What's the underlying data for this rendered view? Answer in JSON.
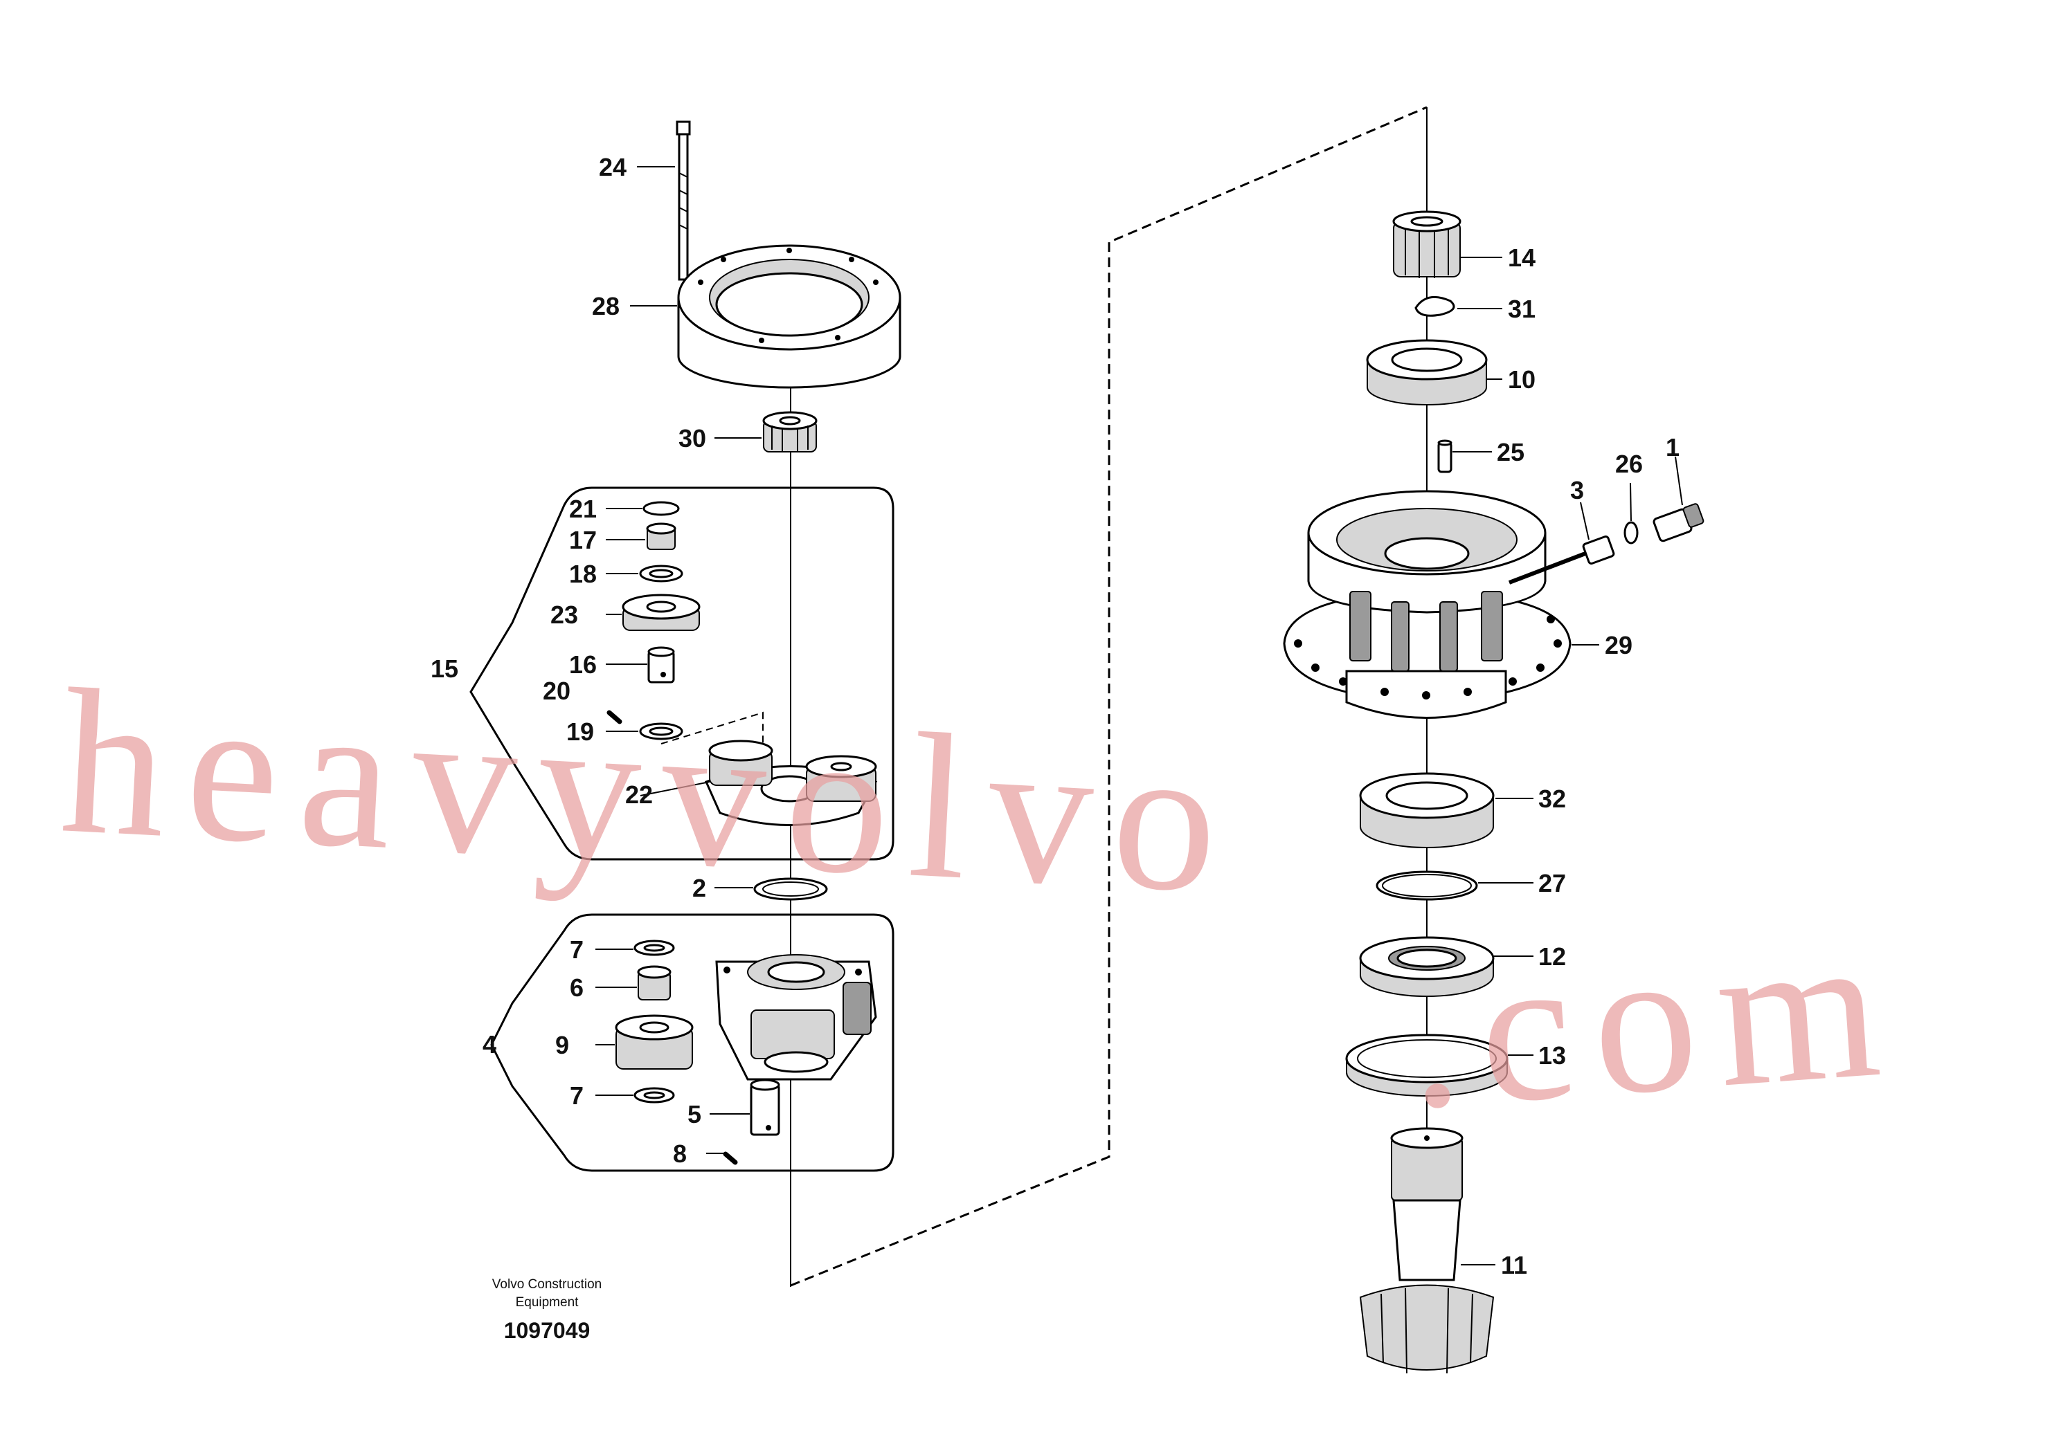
{
  "footer": {
    "company_line1": "Volvo Construction",
    "company_line2": "Equipment",
    "drawing_number": "1097049"
  },
  "watermark": {
    "text_main": "heavyvolvo",
    "text_suffix": ".com",
    "color": "#e8a0a0"
  },
  "labels": {
    "p1": "1",
    "p2": "2",
    "p3": "3",
    "p4": "4",
    "p5": "5",
    "p6": "6",
    "p7a": "7",
    "p7b": "7",
    "p8": "8",
    "p9": "9",
    "p10": "10",
    "p11": "11",
    "p12": "12",
    "p13": "13",
    "p14": "14",
    "p15": "15",
    "p16": "16",
    "p17": "17",
    "p18": "18",
    "p19": "19",
    "p20": "20",
    "p21": "21",
    "p22": "22",
    "p23": "23",
    "p24": "24",
    "p25": "25",
    "p26": "26",
    "p27": "27",
    "p28": "28",
    "p29": "29",
    "p30": "30",
    "p31": "31",
    "p32": "32"
  }
}
